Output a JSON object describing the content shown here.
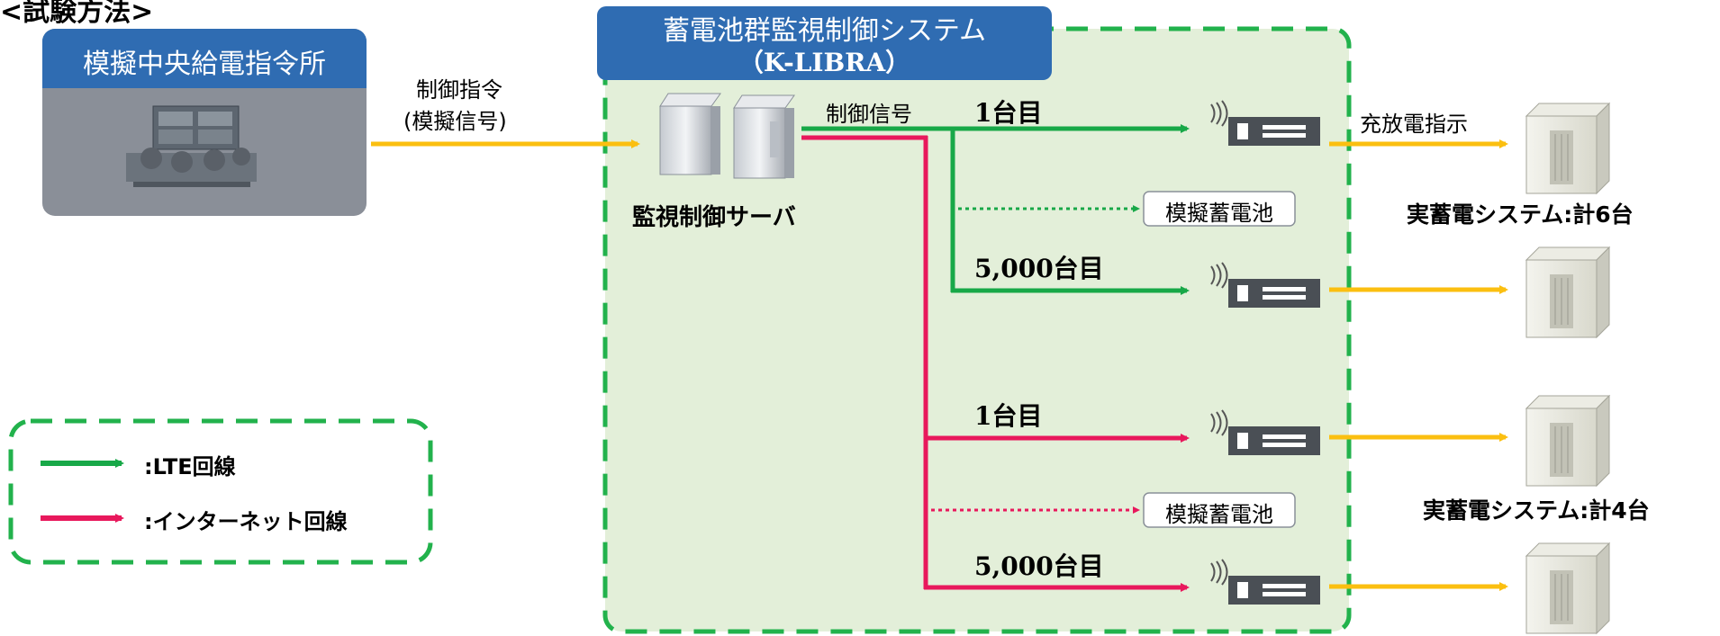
{
  "header": {
    "title": "<試験方法>"
  },
  "central": {
    "title": "模擬中央給電指令所"
  },
  "system": {
    "title_line1": "蓄電池群監視制御システム",
    "title_line2": "（K-LIBRA）"
  },
  "labels": {
    "control_command_1": "制御指令",
    "control_command_2": "(模擬信号)",
    "control_signal": "制御信号",
    "server": "監視制御サーバ",
    "charge_command": "充放電指示",
    "unit_1_lte": "1台目",
    "unit_5000_lte": "5,000台目",
    "unit_1_inet": "1台目",
    "unit_5000_inet": "5,000台目",
    "sim_battery_1": "模擬蓄電池",
    "sim_battery_2": "模擬蓄電池",
    "real_group_1": "実蓄電システム:計6台",
    "real_group_2": "実蓄電システム:計4台"
  },
  "legend": {
    "lte": ":LTE回線",
    "internet": ":インターネット回線"
  },
  "colors": {
    "lte": "#18a848",
    "internet": "#e8185c",
    "command": "#fbbf10",
    "header_blue": "#2f6cb2",
    "system_bg": "#e3efd9",
    "dash_green": "#22b24c",
    "central_bg": "#8a8f98"
  }
}
